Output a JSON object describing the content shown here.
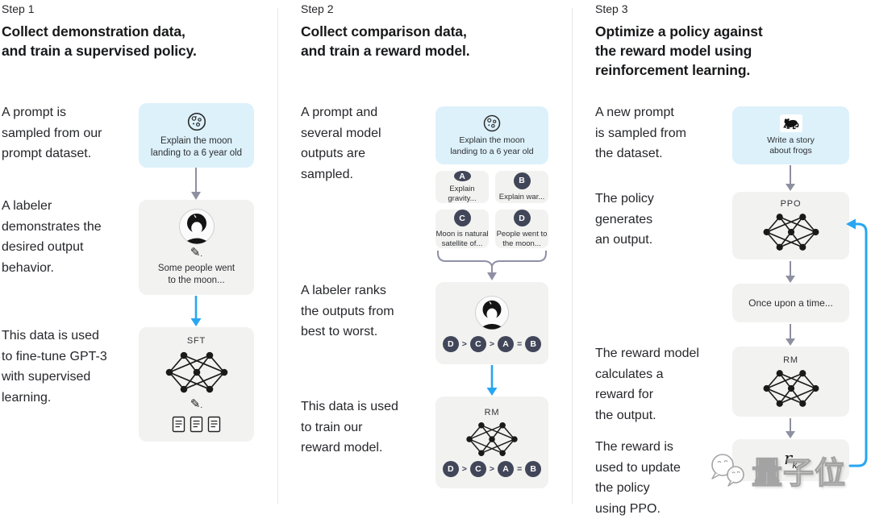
{
  "step1": {
    "label": "Step 1",
    "heading": "Collect demonstration data,\nand train a supervised policy.",
    "text1": "A prompt is\nsampled from our\nprompt dataset.",
    "text2": "A labeler\ndemonstrates the\ndesired output\nbehavior.",
    "text3": "This data is used\nto fine-tune GPT-3\nwith supervised\nlearning.",
    "prompt_box": "Explain the moon\nlanding to a 6 year old",
    "labeler_box": "Some people went\nto the moon...",
    "model_label": "SFT"
  },
  "step2": {
    "label": "Step 2",
    "heading": "Collect comparison data,\nand train a reward model.",
    "text1": "A prompt and\nseveral model\noutputs are\nsampled.",
    "text2": "A labeler ranks\nthe outputs from\nbest to worst.",
    "text3": "This data is used\nto train our\nreward model.",
    "prompt_box": "Explain the moon\nlanding to a 6 year old",
    "outputs": [
      {
        "id": "A",
        "text": "Explain gravity..."
      },
      {
        "id": "B",
        "text": "Explain war..."
      },
      {
        "id": "C",
        "text": "Moon is natural\nsatellite of..."
      },
      {
        "id": "D",
        "text": "People went to\nthe moon..."
      }
    ],
    "ranking": {
      "r1": "D",
      "s1": ">",
      "r2": "C",
      "s2": ">",
      "r3": "A",
      "s3": "=",
      "r4": "B"
    },
    "model_label": "RM"
  },
  "step3": {
    "label": "Step 3",
    "heading": "Optimize a policy against\nthe reward model using\nreinforcement learning.",
    "text1": "A new prompt\nis sampled from\nthe dataset.",
    "text2": "The policy\ngenerates\nan output.",
    "text3": "The reward model\ncalculates a\nreward for\nthe output.",
    "text4": "The reward is\nused to update\nthe policy\nusing PPO.",
    "prompt_box": "Write a story\nabout frogs",
    "policy_label": "PPO",
    "output_box": "Once upon a time...",
    "rm_label": "RM",
    "reward_label": "r",
    "reward_sub": "k"
  },
  "icons": {
    "pencil": "✎",
    "moon": "moon-crater-circle",
    "labeler": "person-avatar",
    "frog": "frog-silhouette",
    "network": "neural-network-nodes",
    "documents": "three-document-pages",
    "wechat": "chat-bubbles"
  },
  "colors": {
    "prompt_box_bg": "#ddf1fb",
    "gray_box_bg": "#f2f2f0",
    "arrow_gray": "#8e90a0",
    "arrow_blue": "#27a6f2",
    "badge_bg": "#414659",
    "divider": "#e8e8e8",
    "text": "#26272b"
  },
  "watermark": {
    "text": "量子位"
  }
}
